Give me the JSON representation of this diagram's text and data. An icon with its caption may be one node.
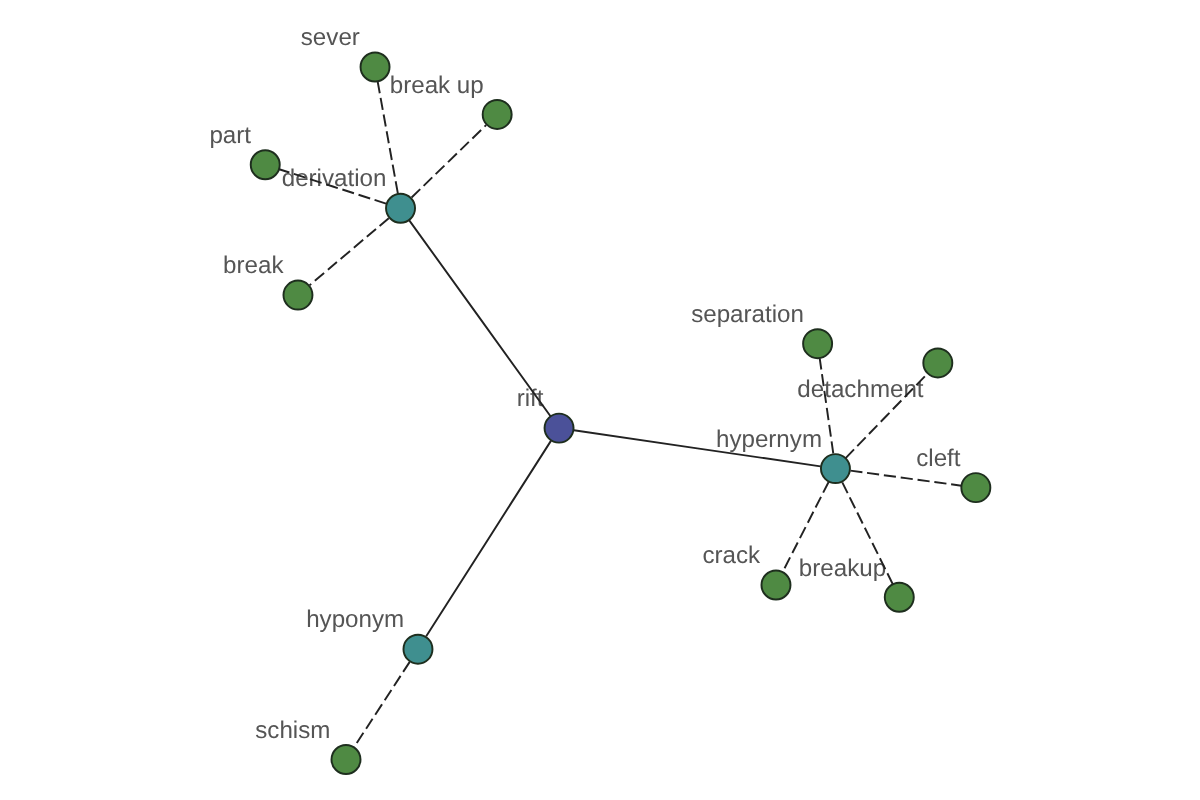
{
  "diagram": {
    "nodes": [
      {
        "text": [
          "part"
        ]
      },
      {
        "text": [
          "break up"
        ]
      },
      {
        "text": [
          "break"
        ]
      },
      {
        "text": [
          "derivation"
        ]
      },
      {
        "text": [
          "sever"
        ]
      },
      {
        "text": [
          "rift"
        ]
      },
      {
        "text": [
          "hyponym"
        ]
      },
      {
        "text": [
          "breakup"
        ]
      },
      {
        "text": [
          "schism"
        ]
      },
      {
        "text": [
          "hypernym"
        ]
      },
      {
        "text": [
          "crack"
        ]
      },
      {
        "text": [
          "separation"
        ]
      },
      {
        "text": [
          "cleft"
        ]
      },
      {
        "text": [
          "detachment"
        ]
      }
    ],
    "edges": [
      {
        "from": 5,
        "to": 3,
        "arrow": "none"
      },
      {
        "from": 5,
        "to": 6,
        "arrow": "none"
      },
      {
        "from": 5,
        "to": 9,
        "arrow": "none"
      },
      {
        "from": 3,
        "to": 0,
        "arrow": "none",
        "style": "dashed"
      },
      {
        "from": 3,
        "to": 1,
        "arrow": "none",
        "style": "dashed"
      },
      {
        "from": 3,
        "to": 2,
        "arrow": "none",
        "style": "dashed"
      },
      {
        "from": 3,
        "to": 4,
        "arrow": "none",
        "style": "dashed"
      },
      {
        "from": 6,
        "to": 8,
        "arrow": "none",
        "style": "dashed"
      },
      {
        "from": 9,
        "to": 7,
        "arrow": "none",
        "style": "dashed"
      },
      {
        "from": 9,
        "to": 10,
        "arrow": "none",
        "style": "dashed"
      },
      {
        "from": 9,
        "to": 11,
        "arrow": "none",
        "style": "dashed"
      },
      {
        "from": 9,
        "to": 12,
        "arrow": "none",
        "style": "dashed"
      },
      {
        "from": 9,
        "to": 13,
        "arrow": "none",
        "style": "dashed"
      }
    ]
  }
}
